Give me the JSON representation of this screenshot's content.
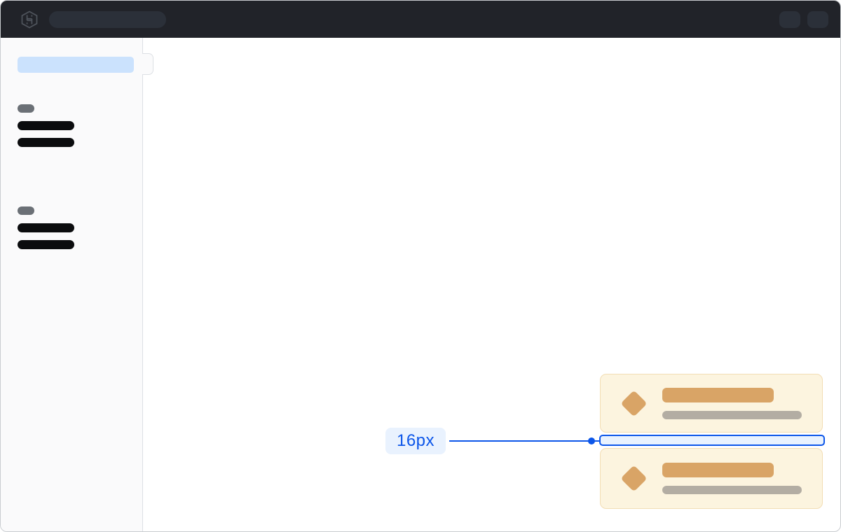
{
  "topbar": {
    "logo_icon": "hashicorp-logo-icon",
    "bg_color": "#212329",
    "placeholder_color": "#2b3039",
    "search_skeleton": true,
    "action_placeholder_count": 2
  },
  "sidebar": {
    "bg_color": "#fafafb",
    "selected_item_color": "#cbe2fd",
    "skeleton_groups": [
      {
        "label_skeleton": true,
        "item_skeleton_count": 2
      },
      {
        "label_skeleton": true,
        "item_skeleton_count": 2
      }
    ]
  },
  "illustration": {
    "cards": [
      {
        "icon": "diamond-icon",
        "title_skeleton": true,
        "subtitle_skeleton": true
      },
      {
        "icon": "diamond-icon",
        "title_skeleton": true,
        "subtitle_skeleton": true
      }
    ],
    "card_bg": "#fcf4df",
    "card_border": "#f2ddb4",
    "accent_color": "#d9a466",
    "muted_color": "#b3ada3"
  },
  "annotation": {
    "label": "16px",
    "color": "#0c56e9",
    "label_bg": "#e9f2fe"
  }
}
